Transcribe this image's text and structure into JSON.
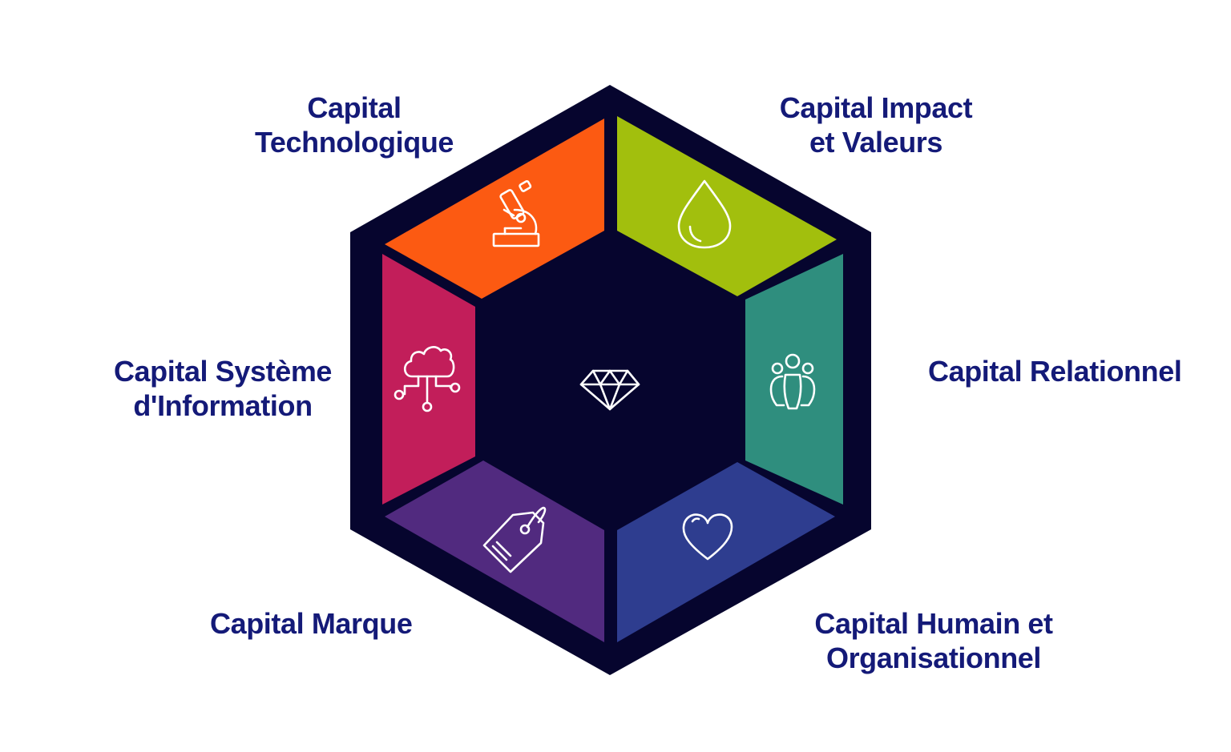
{
  "segments": [
    {
      "id": "technologique",
      "label_lines": [
        "Capital",
        "Technologique"
      ],
      "color": "#fc5a12",
      "icon": "microscope-icon"
    },
    {
      "id": "impact-valeurs",
      "label_lines": [
        "Capital Impact",
        "et Valeurs"
      ],
      "color": "#a2bf0d",
      "icon": "water-drop-icon"
    },
    {
      "id": "relationnel",
      "label_lines": [
        "Capital Relationnel"
      ],
      "color": "#2f8e7e",
      "icon": "people-group-icon"
    },
    {
      "id": "humain-organisationnel",
      "label_lines": [
        "Capital Humain et",
        "Organisationnel"
      ],
      "color": "#2e3d8f",
      "icon": "heart-icon"
    },
    {
      "id": "marque",
      "label_lines": [
        "Capital Marque"
      ],
      "color": "#512a7f",
      "icon": "price-tag-icon"
    },
    {
      "id": "systeme-information",
      "label_lines": [
        "Capital Système",
        "d'Information"
      ],
      "color": "#c21e5a",
      "icon": "cloud-network-icon"
    }
  ],
  "center": {
    "color": "#06052e",
    "icon": "diamond-icon"
  },
  "colors": {
    "frame": "#06052e",
    "label_text": "#141a78",
    "icon_stroke": "#ffffff",
    "background": "#ffffff"
  }
}
